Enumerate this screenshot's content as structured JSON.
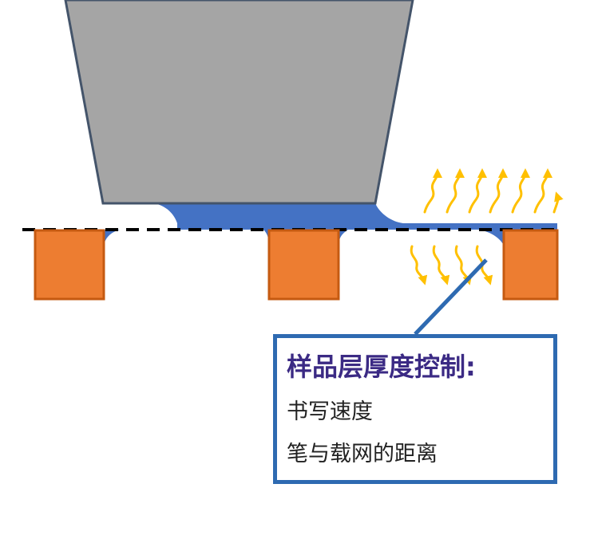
{
  "callout": {
    "title": "样品层厚度控制:",
    "items": [
      "书写速度",
      "笔与载网的距离"
    ]
  },
  "icons": {
    "evaporation_arrow_up": "wavy-arrow-up-icon",
    "evaporation_arrow_down": "wavy-arrow-down-icon"
  },
  "colors": {
    "pen_fill": "#A5A5A5",
    "pen_stroke": "#44546A",
    "liquid": "#4472C4",
    "grid_fill": "#ED7D31",
    "grid_stroke": "#C55A11",
    "arrows": "#FFC000",
    "callout_border": "#2E6AB1",
    "title_text": "#3B2A84",
    "body_text": "#222222"
  }
}
